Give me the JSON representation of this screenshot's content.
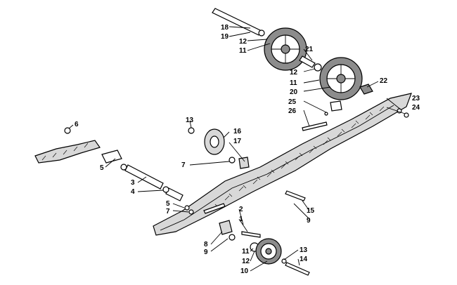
{
  "labels": {
    "n1": "1",
    "n2": "2",
    "n3": "3",
    "n4": "4",
    "n5a": "5",
    "n5b": "5",
    "n6": "6",
    "n7a": "7",
    "n7b": "7",
    "n8": "8",
    "n9a": "9",
    "n9b": "9",
    "n10": "10",
    "n11a": "11",
    "n11b": "11",
    "n11c": "11",
    "n12a": "12",
    "n12b": "12",
    "n12c": "12",
    "n13a": "13",
    "n13b": "13",
    "n14": "14",
    "n15": "15",
    "n16": "16",
    "n17": "17",
    "n18": "18",
    "n19": "19",
    "n20": "20",
    "n21": "21",
    "n22": "22",
    "n23": "23",
    "n24": "24",
    "n25": "25",
    "n26": "26"
  },
  "colors": {
    "ink": "#000000",
    "rail_fill": "#d8d8d8",
    "wheel_fill": "#8c8c8c",
    "paper": "#ffffff"
  }
}
